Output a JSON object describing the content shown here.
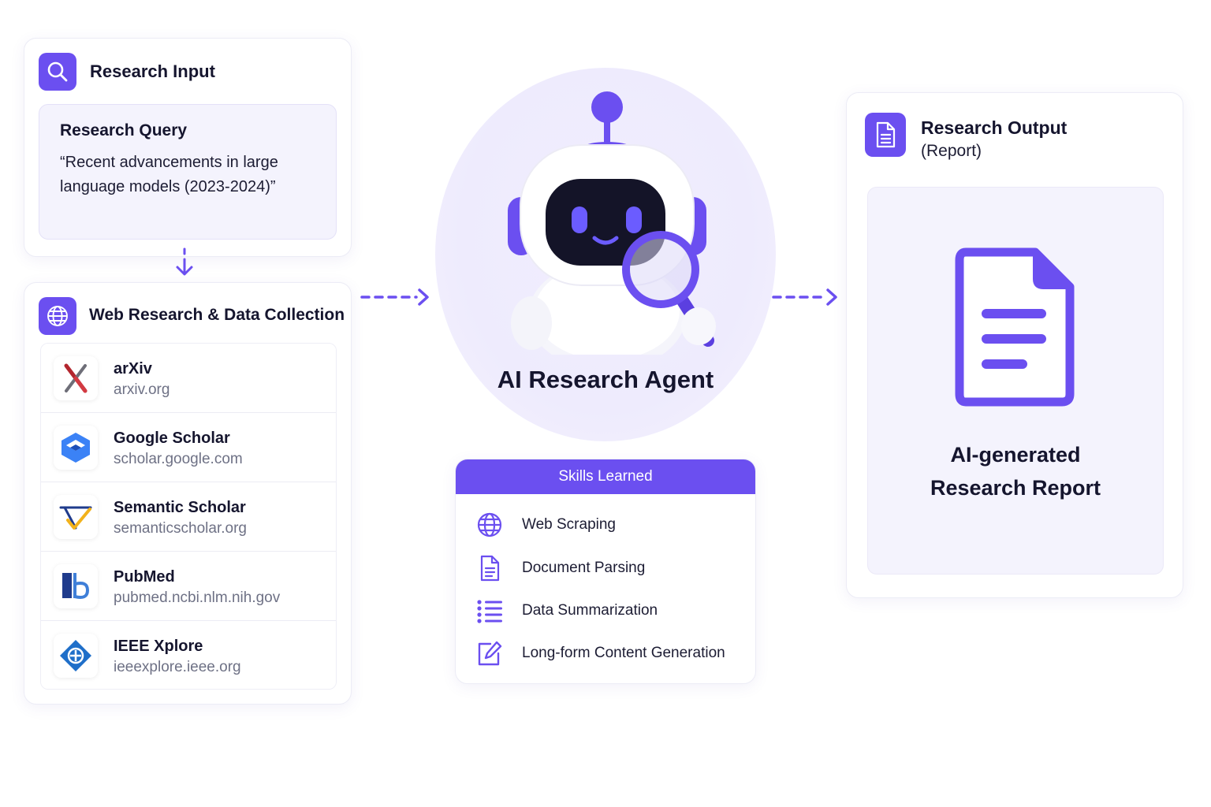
{
  "research_input": {
    "title": "Research Input",
    "query_title": "Research Query",
    "query_text": "“Recent advancements in large language models (2023-2024)”"
  },
  "web_research": {
    "title": "Web Research & Data Collection",
    "sources": [
      {
        "name": "arXiv",
        "url": "arxiv.org",
        "icon": "arxiv-logo-icon"
      },
      {
        "name": "Google Scholar",
        "url": "scholar.google.com",
        "icon": "google-scholar-logo-icon"
      },
      {
        "name": "Semantic Scholar",
        "url": "semanticscholar.org",
        "icon": "semantic-scholar-logo-icon"
      },
      {
        "name": "PubMed",
        "url": "pubmed.ncbi.nlm.nih.gov",
        "icon": "pubmed-logo-icon"
      },
      {
        "name": "IEEE Xplore",
        "url": "ieeexplore.ieee.org",
        "icon": "ieee-logo-icon"
      }
    ]
  },
  "agent": {
    "title": "AI Research Agent",
    "icon": "robot-with-magnifier-icon"
  },
  "skills": {
    "header": "Skills Learned",
    "items": [
      {
        "label": "Web Scraping",
        "icon": "globe-icon"
      },
      {
        "label": "Document Parsing",
        "icon": "document-icon"
      },
      {
        "label": "Data Summarization",
        "icon": "list-icon"
      },
      {
        "label": "Long-form Content Generation",
        "icon": "edit-icon"
      }
    ]
  },
  "output": {
    "title": "Research Output",
    "subtitle": "(Report)",
    "caption_line1": "AI-generated",
    "caption_line2": "Research Report"
  },
  "colors": {
    "accent": "#6b4ff0",
    "panel_bg": "#f4f3fd",
    "agent_bg": "#efecfd"
  }
}
